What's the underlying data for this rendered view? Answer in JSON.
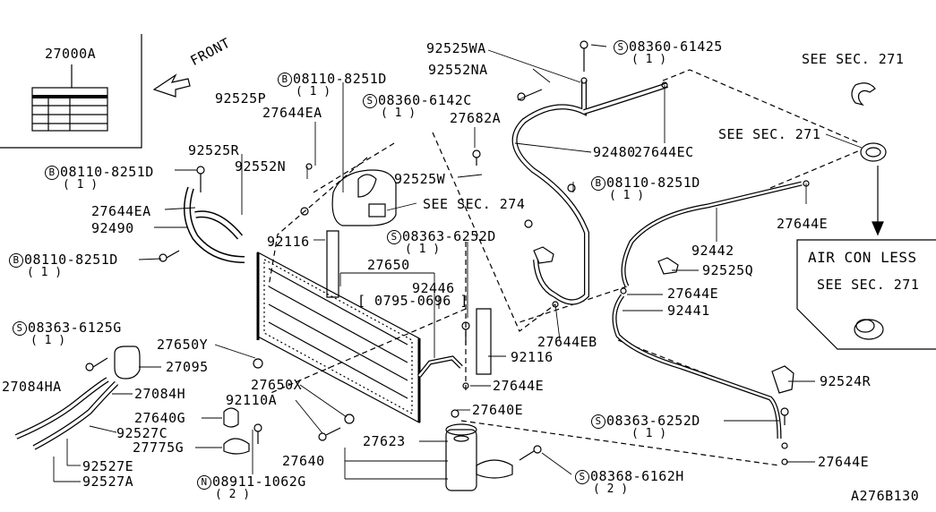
{
  "diagram_id": "A276B130",
  "inset_boxes": {
    "label_box": "27000A",
    "air_con_less": {
      "title": "AIR CON LESS",
      "ref": "SEE SEC. 271"
    }
  },
  "front_label": "FRONT",
  "labels": {
    "l92525WA": "92525WA",
    "l92552NA": "92552NA",
    "s08360_61425": "08360-61425",
    "s08360_61425_q": "( 1 )",
    "b08110_8251D_top": "08110-8251D",
    "b08110_8251D_top_q": "( 1 )",
    "l92525P": "92525P",
    "l27644EA_top": "27644EA",
    "s08360_6142C": "08360-6142C",
    "s08360_6142C_q": "( 1 )",
    "l27682A": "27682A",
    "l92480": "92480",
    "l27644EC": "27644EC",
    "see271_a": "SEE SEC. 271",
    "see271_b": "SEE SEC. 271",
    "l92525R": "92525R",
    "l92552N": "92552N",
    "b08110_8251D_left": "08110-8251D",
    "b08110_8251D_left_q": "( 1 )",
    "l92525W": "92525W",
    "b08110_8251D_mid": "08110-8251D",
    "b08110_8251D_mid_q": "( 1 )",
    "l27644EA": "27644EA",
    "see274": "SEE SEC. 274",
    "l92490": "92490",
    "l27644E_r1": "27644E",
    "l92116_a": "92116",
    "s08363_6252D": "08363-6252D",
    "s08363_6252D_q": "( 1 )",
    "l92442": "92442",
    "b08110_8251D_low": "08110-8251D",
    "b08110_8251D_low_q": "( 1 )",
    "l27650": "27650",
    "l92525Q": "92525Q",
    "l92446": "92446",
    "l0795": "[ 0795-0696 ]",
    "l27644E_r2": "27644E",
    "l92441": "92441",
    "s08363_6125G": "08363-6125G",
    "s08363_6125G_q": "( 1 )",
    "l27650Y": "27650Y",
    "l27644EB": "27644EB",
    "l27095": "27095",
    "l92116_b": "92116",
    "l27084HA": "27084HA",
    "l27650X": "27650X",
    "l27644E_c": "27644E",
    "l92524R": "92524R",
    "l27084H": "27084H",
    "l92110A": "92110A",
    "l27640E": "27640E",
    "l27640G": "27640G",
    "s08363_6252D_b": "08363-6252D",
    "s08363_6252D_b_q": "( 1 )",
    "l92527C": "92527C",
    "l27623": "27623",
    "l27775G": "27775G",
    "l27644E_br": "27644E",
    "l27640": "27640",
    "l92527E": "92527E",
    "s08368_6162H": "08368-6162H",
    "s08368_6162H_q": "( 2 )",
    "l92527A": "92527A",
    "n08911_1062G": "08911-1062G",
    "n08911_1062G_q": "( 2 )"
  },
  "prefixes": {
    "S": "S",
    "B": "B",
    "N": "N"
  }
}
